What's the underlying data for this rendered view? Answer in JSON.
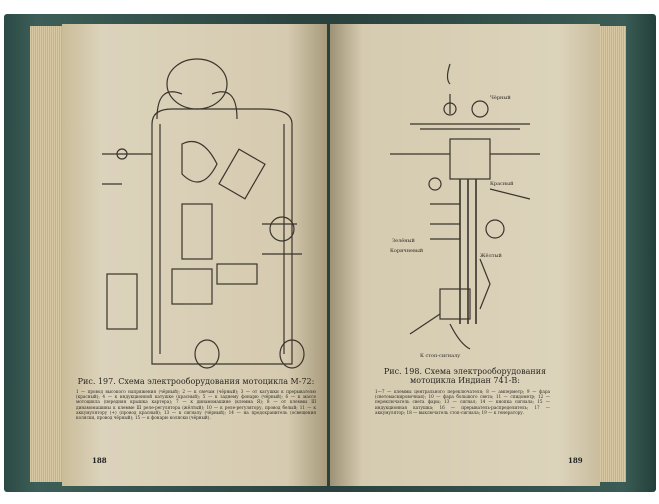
{
  "left_page": {
    "caption": "Рис. 197. Схема электрооборудования мотоцикла М-72:",
    "legend": "1 — провод высокого напряжения (чёрный); 2 — к свечам (чёрный); 3 — от катушки к прерывателю (красный); 4 — к индукционной катушке (красный); 5 — к заднему фонарю (чёрный); 6 — к массе мотоцикла (передняя крышка картера); 7 — к динамомашине (клемма Я); 8 — от клеммы Ш динамомашины к клемме Ш реле-регулятора (жёлтый); 10 — к реле-регулятору, провод белый; 11 — к аккумулятору (+) (провод красный); 13 — к сигналу (чёрный); 14 — на предохранитель (освещения коляски, провод чёрный); 15 — к фонарю коляски (чёрный).",
    "page_number": "188"
  },
  "right_page": {
    "caption": "Рис. 198. Схема электрооборудования мотоцикла Индиан 741-В:",
    "legend": "1—7 — клеммы центрального переключателя; 8 — амперметр; 9 — фара (светомаскировочная); 10 — фара большого света; 11 — спидометр; 12 — переключатель света фары; 13 — сигнал; 14 — кнопка сигнала; 15 — индукционная катушка; 16 — прерыватель-распределитель; 17 — аккумулятор; 18 — выключатель стоп-сигнала; 19 — к генератору.",
    "page_number": "189",
    "diagram_labels": [
      "Чёрный",
      "Красный",
      "Зелёный",
      "Коричневый",
      "Жёлтый",
      "К стоп-сигналу"
    ]
  }
}
